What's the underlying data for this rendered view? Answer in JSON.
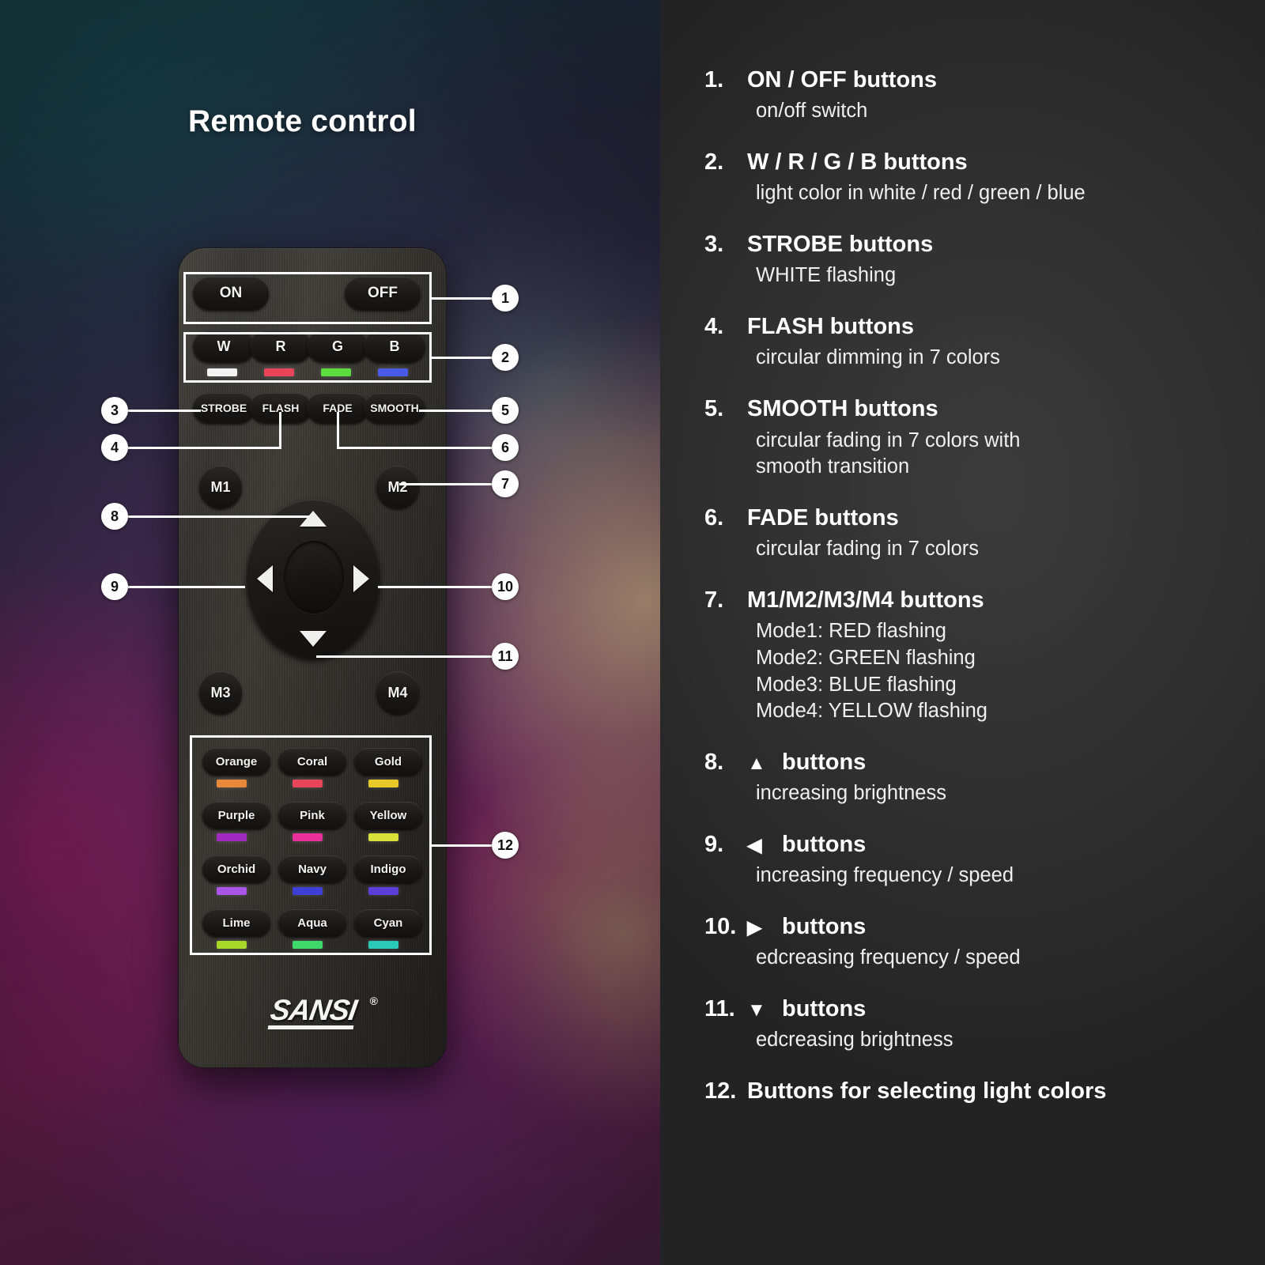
{
  "left": {
    "title": "Remote control",
    "brand": {
      "name": "SANSI",
      "trademark": "®"
    },
    "remote": {
      "power": [
        {
          "label": "ON",
          "name": "on-button"
        },
        {
          "label": "OFF",
          "name": "off-button"
        }
      ],
      "rgb": [
        {
          "label": "W",
          "chip": "#f2f2f2"
        },
        {
          "label": "R",
          "chip": "#ea4459"
        },
        {
          "label": "G",
          "chip": "#5cdc3e"
        },
        {
          "label": "B",
          "chip": "#4a5ae8"
        }
      ],
      "modes": [
        {
          "label": "STROBE"
        },
        {
          "label": "FLASH"
        },
        {
          "label": "FADE"
        },
        {
          "label": "SMOOTH"
        }
      ],
      "memory": [
        {
          "label": "M1"
        },
        {
          "label": "M2"
        },
        {
          "label": "M3"
        },
        {
          "label": "M4"
        }
      ],
      "dpad": [
        {
          "label": "up-arrow"
        },
        {
          "label": "left-arrow"
        },
        {
          "label": "right-arrow"
        },
        {
          "label": "down-arrow"
        }
      ],
      "colors": [
        {
          "label": "Orange",
          "chip": "#e8883a"
        },
        {
          "label": "Coral",
          "chip": "#e8455a"
        },
        {
          "label": "Gold",
          "chip": "#e8c92a"
        },
        {
          "label": "Purple",
          "chip": "#a02ac0"
        },
        {
          "label": "Pink",
          "chip": "#e8309a"
        },
        {
          "label": "Yellow",
          "chip": "#d8e03a"
        },
        {
          "label": "Orchid",
          "chip": "#a855e8"
        },
        {
          "label": "Navy",
          "chip": "#3f3fd8"
        },
        {
          "label": "Indigo",
          "chip": "#5a3fd8"
        },
        {
          "label": "Lime",
          "chip": "#a8d82a"
        },
        {
          "label": "Aqua",
          "chip": "#3fd86a"
        },
        {
          "label": "Cyan",
          "chip": "#2ac9b8"
        }
      ]
    },
    "callouts": [
      "1",
      "2",
      "3",
      "4",
      "5",
      "6",
      "7",
      "8",
      "9",
      "10",
      "11",
      "12"
    ]
  },
  "legend": {
    "items": [
      {
        "num": "1.",
        "title": "ON / OFF buttons",
        "lines": [
          "on/off switch"
        ]
      },
      {
        "num": "2.",
        "title": "W / R / G / B buttons",
        "lines": [
          "light color in white / red / green / blue"
        ]
      },
      {
        "num": "3.",
        "title": "STROBE buttons",
        "lines": [
          "WHITE flashing"
        ]
      },
      {
        "num": "4.",
        "title": "FLASH buttons",
        "lines": [
          "circular dimming in 7 colors"
        ]
      },
      {
        "num": "5.",
        "title": "SMOOTH buttons",
        "lines": [
          "circular fading in 7 colors with",
          "smooth transition"
        ]
      },
      {
        "num": "6.",
        "title": "FADE buttons",
        "lines": [
          "circular fading in 7 colors"
        ]
      },
      {
        "num": "7.",
        "title": "M1/M2/M3/M4 buttons",
        "lines": [
          "Mode1: RED flashing",
          "Mode2: GREEN flashing",
          "Mode3: BLUE flashing",
          "Mode4: YELLOW flashing"
        ]
      },
      {
        "num": "8.",
        "glyph": "▲",
        "title": "buttons",
        "lines": [
          "increasing brightness"
        ]
      },
      {
        "num": "9.",
        "glyph": "◀",
        "title": "buttons",
        "lines": [
          "increasing frequency / speed"
        ]
      },
      {
        "num": "10.",
        "glyph": "▶",
        "title": "buttons",
        "lines": [
          "edcreasing frequency / speed"
        ]
      },
      {
        "num": "11.",
        "glyph": "▼",
        "title": "buttons",
        "lines": [
          "edcreasing brightness"
        ]
      },
      {
        "num": "12.",
        "title": "Buttons for selecting light colors",
        "lines": []
      }
    ]
  }
}
